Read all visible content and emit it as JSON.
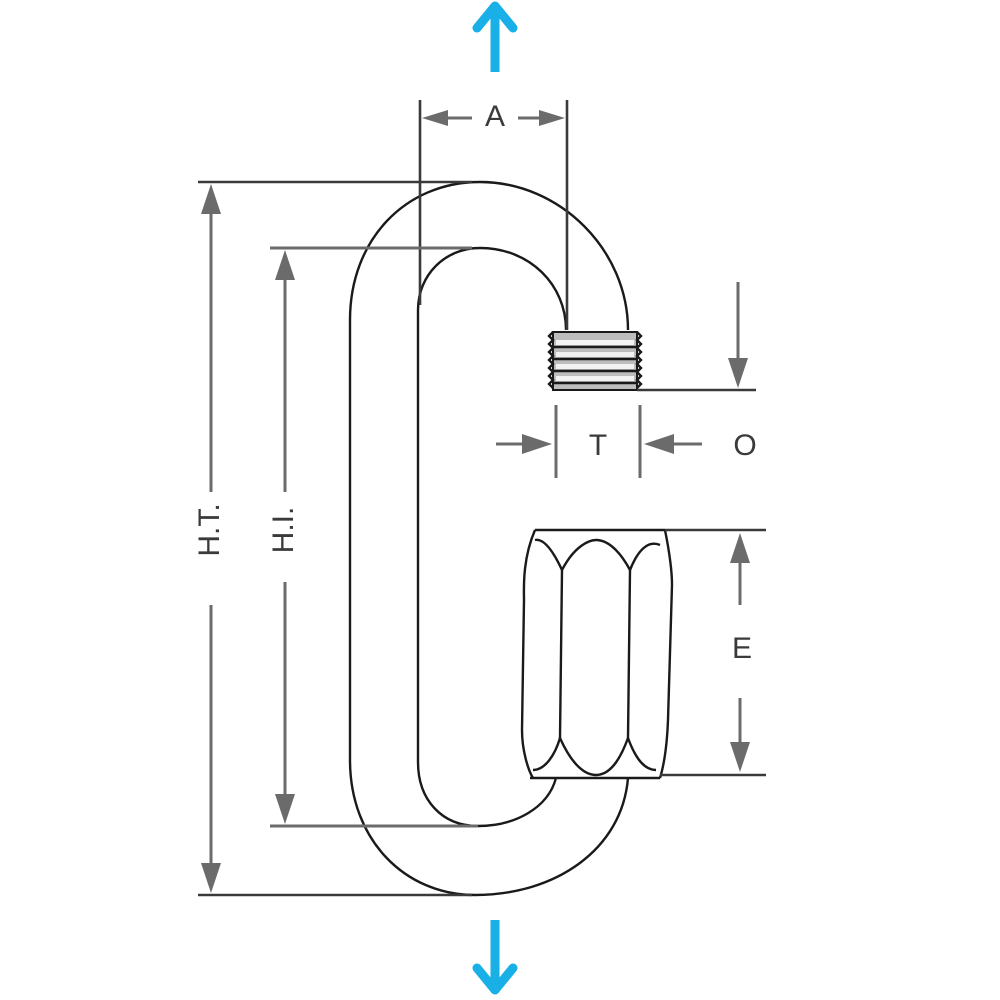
{
  "figure": {
    "title": "Quick link (maillon rapide) dimension diagram",
    "colors": {
      "outline": "#1a1a1a",
      "dimension_lines": "#6b6b6b",
      "load_arrows": "#18b0e6",
      "background": "#ffffff"
    },
    "load_arrows": [
      {
        "direction": "up",
        "icon": "arrow-up-icon"
      },
      {
        "direction": "down",
        "icon": "arrow-down-icon"
      }
    ],
    "dimensions": {
      "A": {
        "label": "A",
        "meaning": "gate opening width",
        "orientation": "horizontal"
      },
      "HT": {
        "label": "H.T.",
        "meaning": "total height",
        "orientation": "vertical"
      },
      "HI": {
        "label": "H.I.",
        "meaning": "inner height",
        "orientation": "vertical"
      },
      "T": {
        "label": "T",
        "meaning": "thread / wire diameter",
        "orientation": "horizontal"
      },
      "O": {
        "label": "O",
        "meaning": "opening clearance",
        "orientation": "vertical"
      },
      "E": {
        "label": "E",
        "meaning": "nut length",
        "orientation": "vertical"
      }
    },
    "parts": [
      "link-body",
      "threaded-end",
      "hex-nut"
    ]
  }
}
